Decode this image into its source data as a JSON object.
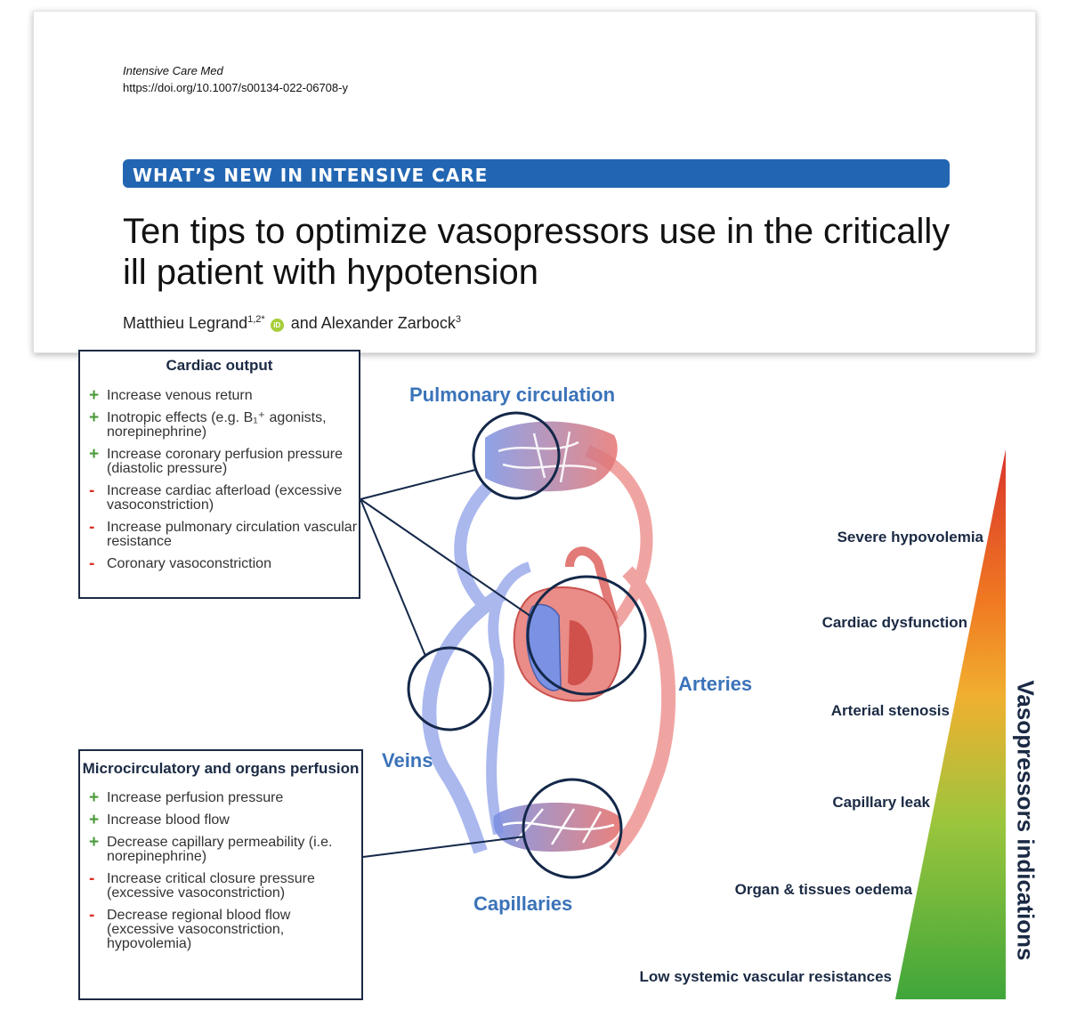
{
  "article": {
    "journal": "Intensive Care Med",
    "doi": "https://doi.org/10.1007/s00134-022-06708-y",
    "section": "WHAT’S NEW IN INTENSIVE CARE",
    "title": "Ten tips to optimize vasopressors use in the critically ill patient with hypotension",
    "author1": "Matthieu Legrand",
    "author1_sup": "1,2*",
    "orcid_glyph": "iD",
    "and_text": " and Alexander Zarbock",
    "author2_sup": "3"
  },
  "figure": {
    "cardiac_output": {
      "title": "Cardiac output",
      "items": [
        {
          "sign": "+",
          "text": "Increase venous return"
        },
        {
          "sign": "+",
          "text": "Inotropic effects (e.g. B₁⁺ agonists, norepinephrine)"
        },
        {
          "sign": "+",
          "text": "Increase coronary perfusion pressure (diastolic pressure)"
        },
        {
          "sign": "-",
          "text": "Increase cardiac afterload (excessive vasoconstriction)"
        },
        {
          "sign": "-",
          "text": "Increase pulmonary circulation vascular resistance"
        },
        {
          "sign": "-",
          "text": "Coronary vasoconstriction"
        }
      ]
    },
    "microcirculatory": {
      "title": "Microcirculatory and organs perfusion",
      "items": [
        {
          "sign": "+",
          "text": "Increase perfusion pressure"
        },
        {
          "sign": "+",
          "text": "Increase blood flow"
        },
        {
          "sign": "+",
          "text": "Decrease capillary permeability (i.e. norepinephrine)"
        },
        {
          "sign": "-",
          "text": "Increase critical closure pressure (excessive vasoconstriction)"
        },
        {
          "sign": "-",
          "text": "Decrease regional blood flow (excessive vasoconstriction, hypovolemia)"
        }
      ]
    },
    "labels": {
      "pulmonary": "Pulmonary circulation",
      "arteries": "Arteries",
      "veins": "Veins",
      "capillaries": "Capillaries"
    },
    "indications": {
      "title": "Vasopressors indications",
      "levels": [
        "Severe hypovolemia",
        "Cardiac dysfunction",
        "Arterial stenosis",
        "Capillary leak",
        "Organ & tissues oedema",
        "Low systemic vascular resistances"
      ],
      "gradient_colors": [
        "#d9342b",
        "#f07a22",
        "#f0b030",
        "#9bc53d",
        "#3fa63a"
      ]
    },
    "colors": {
      "vein": "#6f8be0",
      "artery": "#e0625e",
      "label_blue": "#3b73b9",
      "plus": "#4a9a3a",
      "minus": "#d9332a"
    }
  }
}
